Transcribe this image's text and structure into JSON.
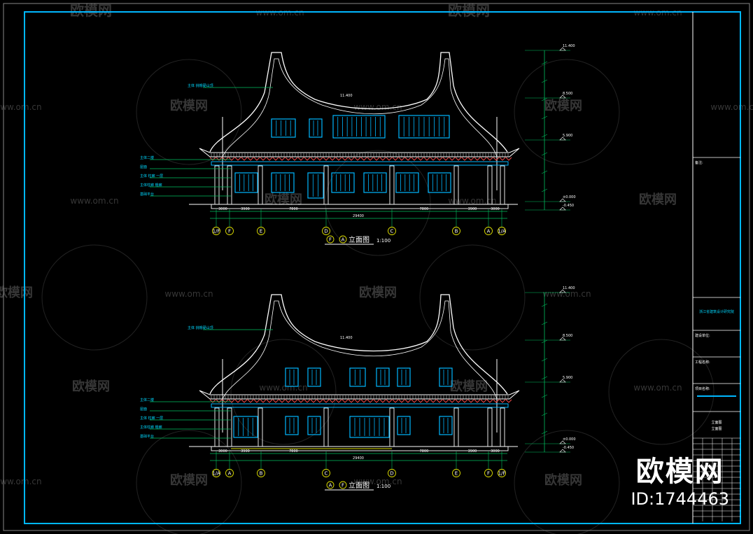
{
  "drawing": {
    "labels_top": [
      "主体 挑檐硬山顶",
      "主体二楼",
      "屋面",
      "主体 柱廊 一层",
      "主体柱廊 檐廊",
      "基础平台"
    ],
    "labels_bottom": [
      "主体 挑檐硬山顶",
      "主体二楼",
      "屋面",
      "主体 柱廊 一层",
      "主体柱廊 檐廊",
      "基础平台"
    ],
    "ridge_top": "11.400",
    "ridge_bottom": "11.400",
    "elev_labels_top": [
      "11.400",
      "8.500",
      "5.900",
      "±0.000",
      "-0.450"
    ],
    "grid_top": [
      "1/F",
      "F",
      "E",
      "D",
      "C",
      "B",
      "A",
      "1/A"
    ],
    "grid_bottom": [
      "1/A",
      "A",
      "B",
      "C",
      "D",
      "E",
      "F",
      "1/F"
    ],
    "dims_top": [
      "3000",
      "3900",
      "7800",
      "7800",
      "3900",
      "3000"
    ],
    "dims_bottom": [
      "3000",
      "3900",
      "7800",
      "7800",
      "3900",
      "3000"
    ],
    "total_dim": "29400",
    "view_top": {
      "g1": "F",
      "g2": "A",
      "title": "立面图",
      "scale": "1:100"
    },
    "view_bottom": {
      "g1": "A",
      "g2": "F",
      "title": "立面图",
      "scale": "1:100"
    }
  },
  "titleblock": {
    "remark": "备注:",
    "company": "浙江省建筑设计研究院",
    "rows": [
      "建设单位:",
      "工程名称:",
      "项目名称:"
    ],
    "sheet": [
      "立面图",
      "立面图"
    ]
  },
  "watermark": {
    "brand": "欧模网",
    "url": "www.om.cn",
    "id": "ID:1744463"
  },
  "colors": {
    "frame": "#00b7ff",
    "line": "#ffffff",
    "window": "#00b7ff",
    "label": "#00d8ff",
    "leader": "#00c060",
    "dim": "#00c060",
    "accent": "#ff5050",
    "yellow": "#e0e000"
  }
}
